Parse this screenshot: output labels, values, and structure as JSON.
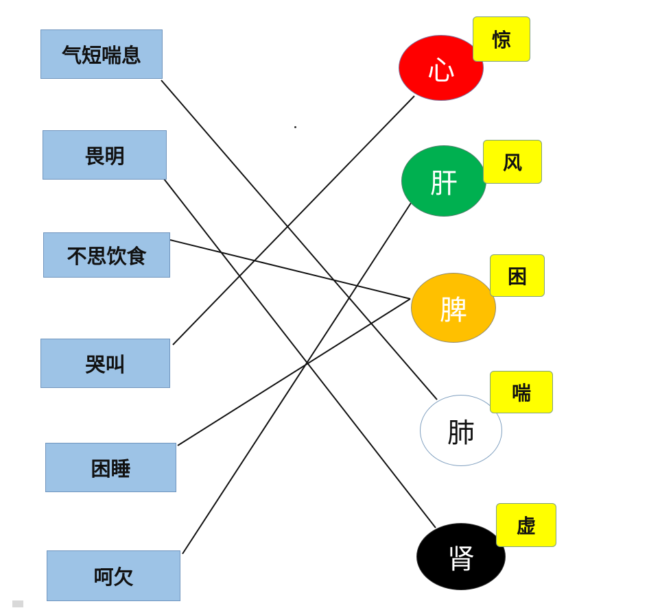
{
  "symptoms": [
    {
      "id": "qiduan",
      "label": "气短喘息"
    },
    {
      "id": "weiming",
      "label": "畏明"
    },
    {
      "id": "busi",
      "label": "不思饮食"
    },
    {
      "id": "kujiao",
      "label": "哭叫"
    },
    {
      "id": "kunshui",
      "label": "困睡"
    },
    {
      "id": "heqian",
      "label": "呵欠"
    }
  ],
  "organs": [
    {
      "id": "xin",
      "label": "心",
      "color": "#ff0000",
      "text_color": "#ffffff",
      "tag": "惊"
    },
    {
      "id": "gan",
      "label": "肝",
      "color": "#00b050",
      "text_color": "#ffffff",
      "tag": "风"
    },
    {
      "id": "pi",
      "label": "脾",
      "color": "#ffc000",
      "text_color": "#ffffff",
      "tag": "困"
    },
    {
      "id": "fei",
      "label": "肺",
      "color": "#ffffff",
      "text_color": "#111111",
      "tag": "喘"
    },
    {
      "id": "shen",
      "label": "肾",
      "color": "#000000",
      "text_color": "#ffffff",
      "tag": "虚"
    }
  ],
  "connections": [
    {
      "from": "qiduan",
      "to": "fei"
    },
    {
      "from": "weiming",
      "to": "shen"
    },
    {
      "from": "busi",
      "to": "pi"
    },
    {
      "from": "kujiao",
      "to": "xin"
    },
    {
      "from": "kunshui",
      "to": "pi"
    },
    {
      "from": "heqian",
      "to": "gan"
    }
  ]
}
